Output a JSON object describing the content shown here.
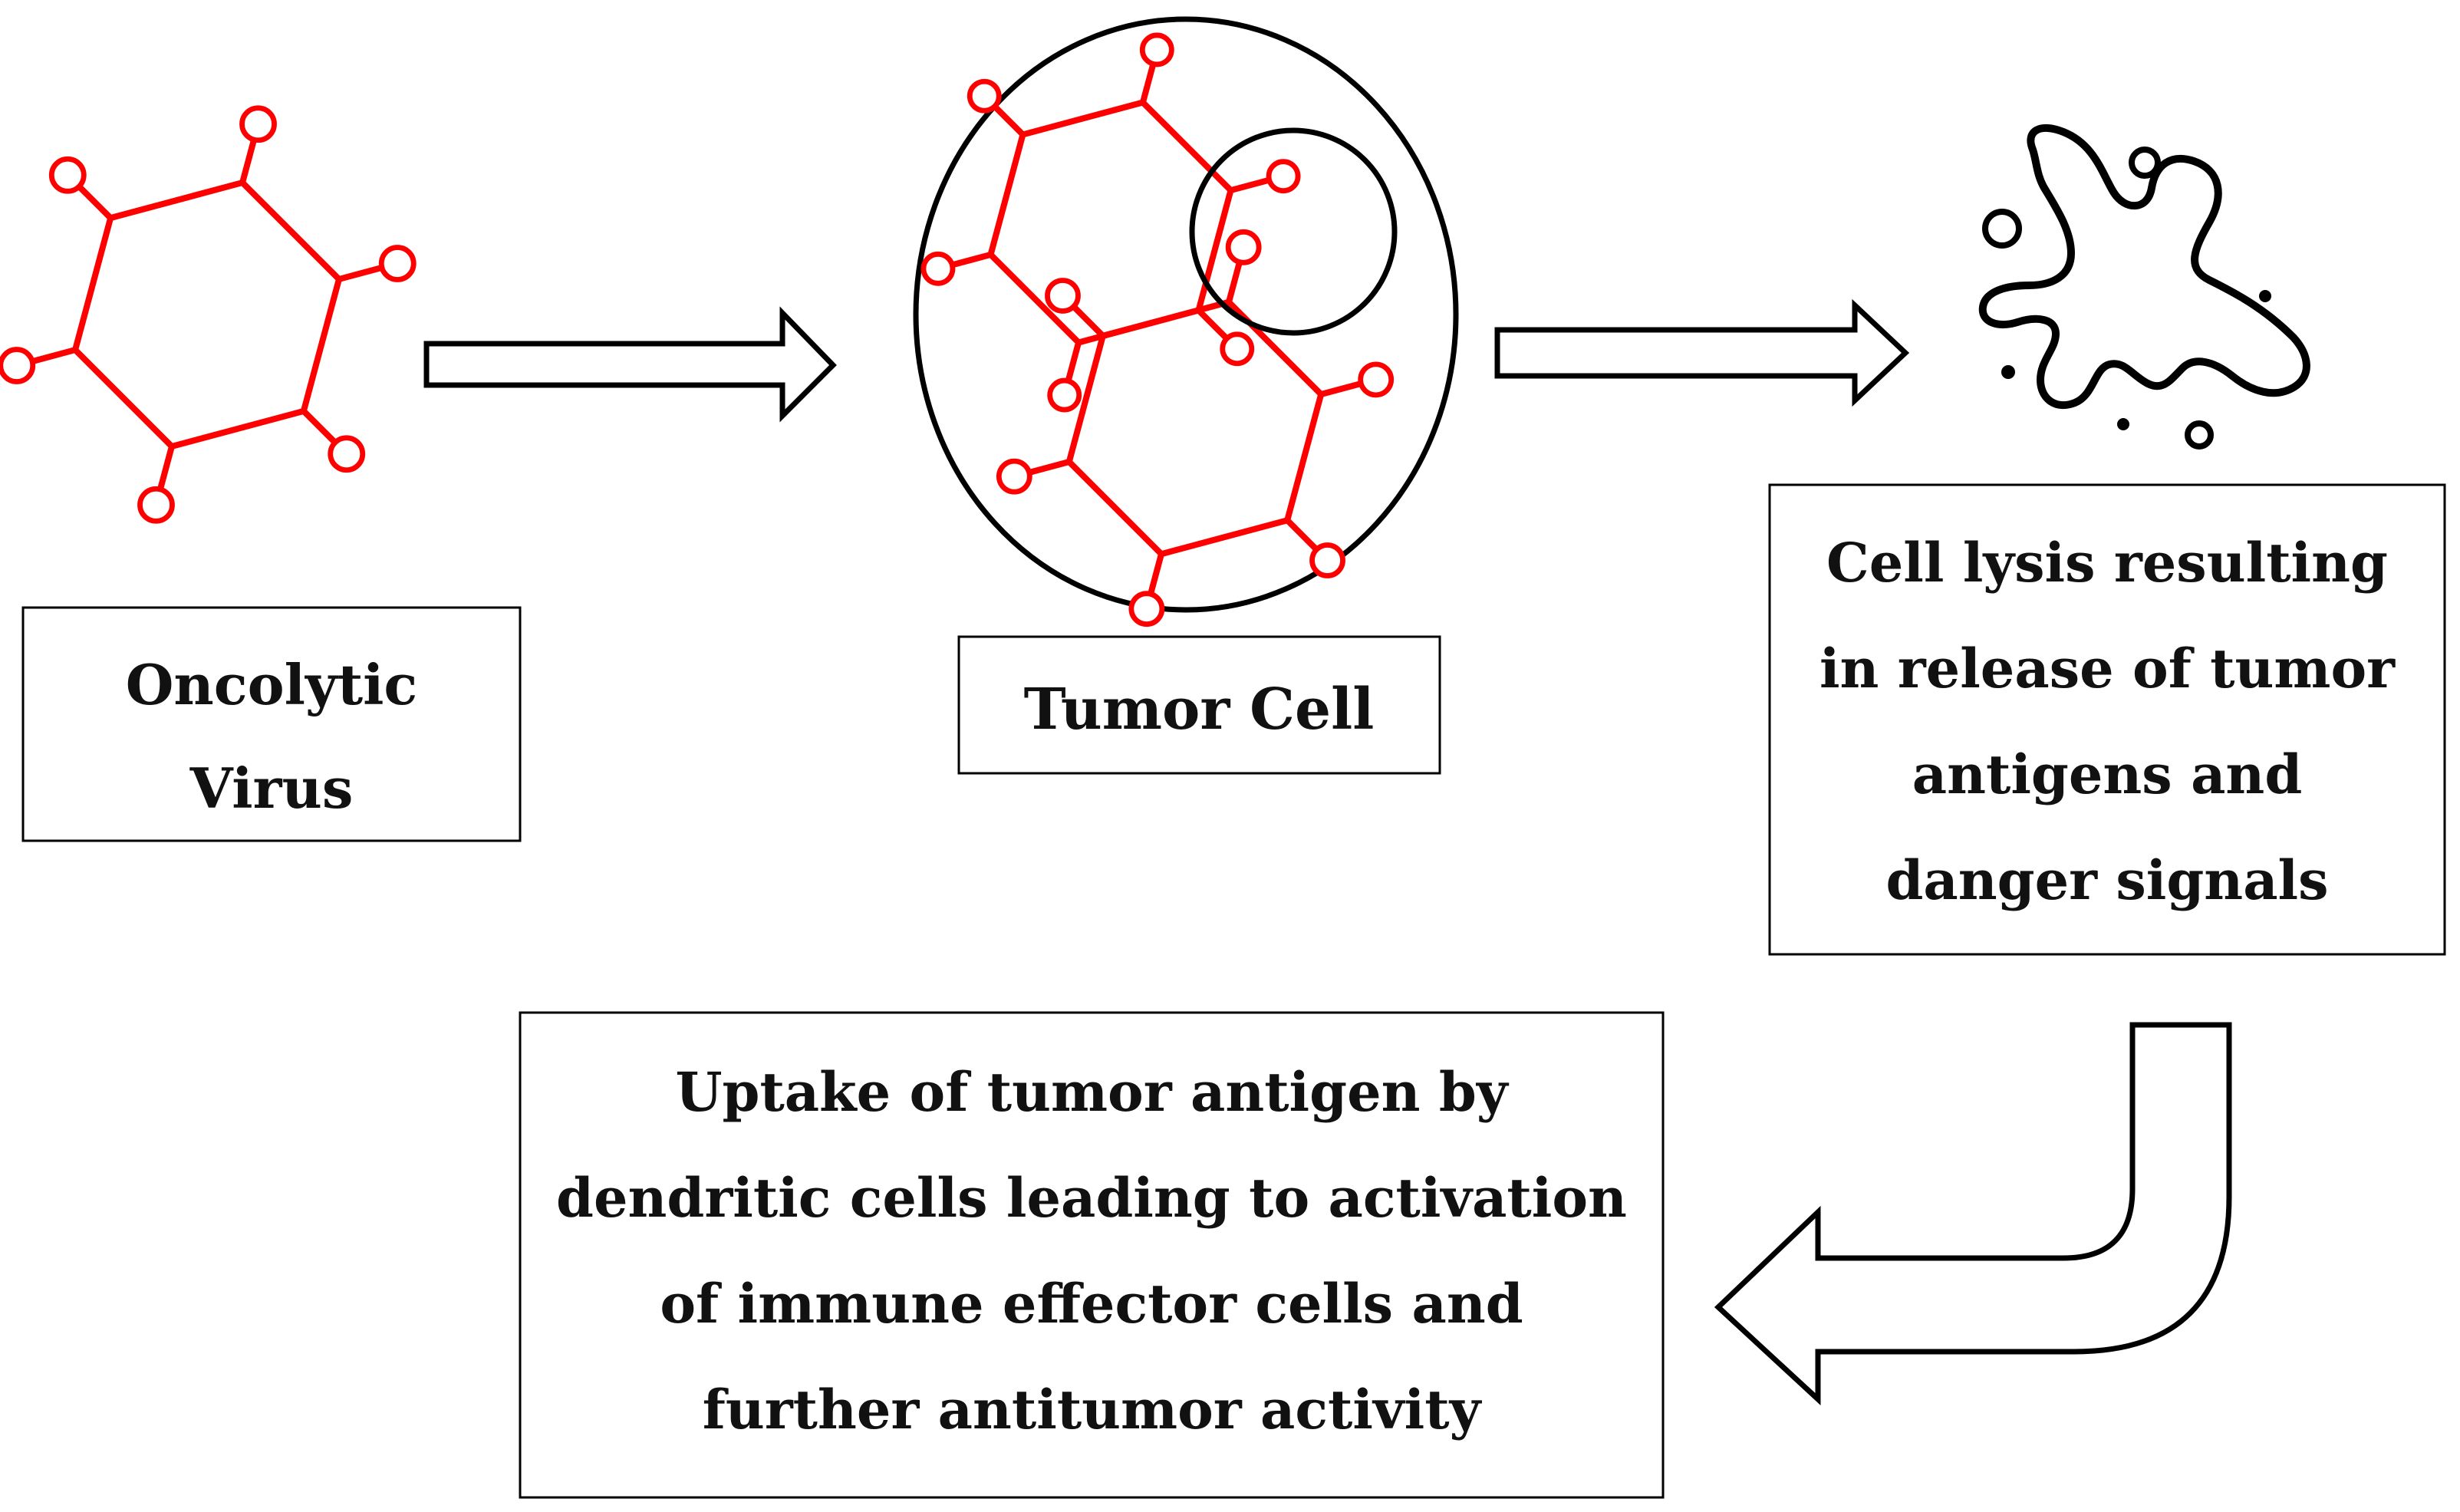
{
  "boxes": {
    "oncolytic_virus": {
      "lines": [
        "Oncolytic",
        "Virus"
      ]
    },
    "tumor_cell": {
      "lines": [
        "Tumor Cell"
      ]
    },
    "cell_lysis": {
      "lines": [
        "Cell lysis resulting",
        "in release of tumor",
        "antigens and",
        "danger signals"
      ]
    },
    "uptake": {
      "lines": [
        "Uptake of tumor antigen by",
        "dendritic cells leading to activation",
        "of immune effector cells and",
        "further antitumor activity"
      ]
    }
  },
  "colors": {
    "virus": "#ff0000",
    "outline": "#000000",
    "text": "#111111"
  },
  "icons": {
    "virus": "hexagonal-virus-icon",
    "cell": "tumor-cell-icon",
    "lysis": "cell-lysis-splash-icon"
  }
}
